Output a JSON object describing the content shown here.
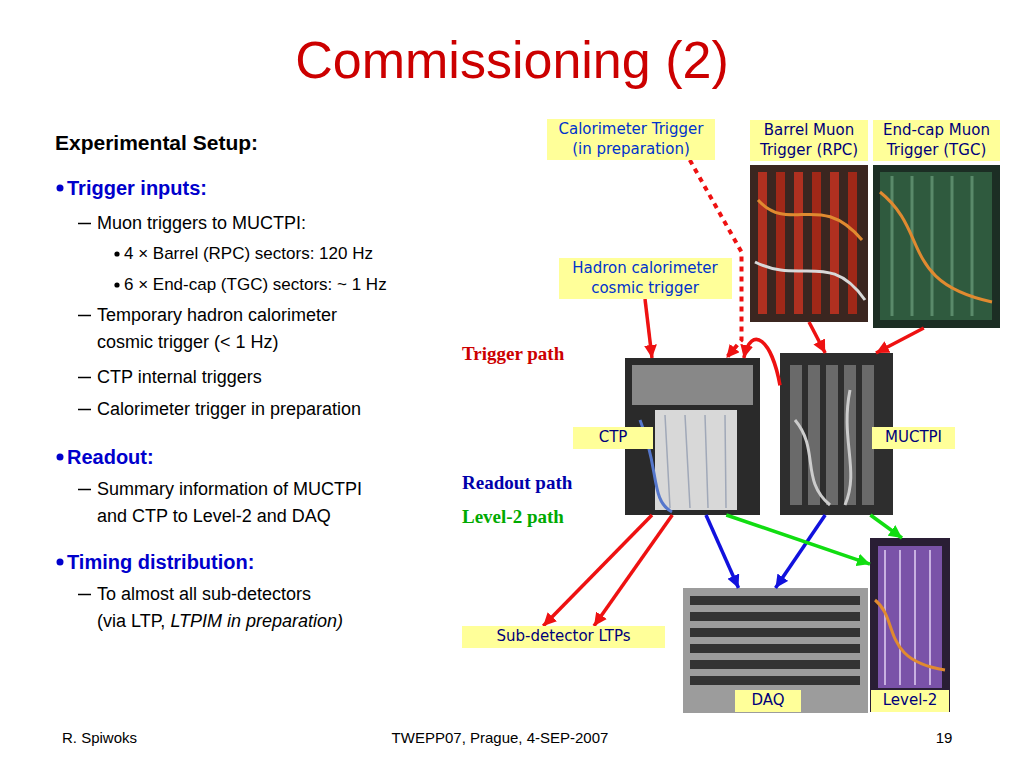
{
  "diagram": {
    "title": "Commissioning (2)",
    "nodes": [
      {
        "text": [
          "Calorimeter Trigger (in preparation)"
        ]
      },
      {
        "text": [
          "Barrel Muon Trigger (RPC)"
        ]
      },
      {
        "text": [
          "End-cap Muon Trigger (TGC)"
        ]
      },
      {
        "text": [
          "Hadron calorimeter cosmic trigger"
        ]
      },
      {
        "text": [
          "CTP"
        ]
      },
      {
        "text": [
          "MUCTPI"
        ]
      },
      {
        "text": [
          "Sub-detector LTPs"
        ]
      },
      {
        "text": [
          "DAQ"
        ]
      },
      {
        "text": [
          "Level-2"
        ]
      }
    ],
    "edges": [
      {
        "from": 0,
        "to": 4,
        "arrow": "to"
      },
      {
        "from": 3,
        "to": 4,
        "arrow": "to"
      },
      {
        "from": 1,
        "to": 5,
        "arrow": "to"
      },
      {
        "from": 2,
        "to": 5,
        "arrow": "to"
      },
      {
        "from": 5,
        "to": 4,
        "arrow": "to"
      },
      {
        "from": 4,
        "to": 6,
        "arrow": "to"
      },
      {
        "from": 4,
        "to": 6,
        "arrow": "to"
      },
      {
        "from": 4,
        "to": 7,
        "arrow": "to"
      },
      {
        "from": 5,
        "to": 7,
        "arrow": "to"
      },
      {
        "from": 4,
        "to": 8,
        "arrow": "to"
      },
      {
        "from": 5,
        "to": 8,
        "arrow": "to"
      }
    ],
    "labels": [
      "Experimental Setup:",
      "Trigger inputs:",
      "Muon triggers to MUCTPI:",
      "4 × Barrel (RPC) sectors: 120 Hz",
      "6 × End-cap (TGC) sectors: ~ 1 Hz",
      "Temporary hadron calorimeter cosmic trigger (< 1 Hz)",
      "CTP internal triggers",
      "Calorimeter trigger in preparation",
      "Readout:",
      "Summary information of MUCTPI and CTP to Level-2 and DAQ",
      "Timing distribution:",
      "To almost all sub-detectors (via LTP,",
      "LTPIM in preparation)",
      "Trigger path",
      "Readout path",
      "Level-2 path",
      "R. Spiwoks",
      "TWEPP07, Prague, 4-SEP-2007",
      "19"
    ]
  }
}
